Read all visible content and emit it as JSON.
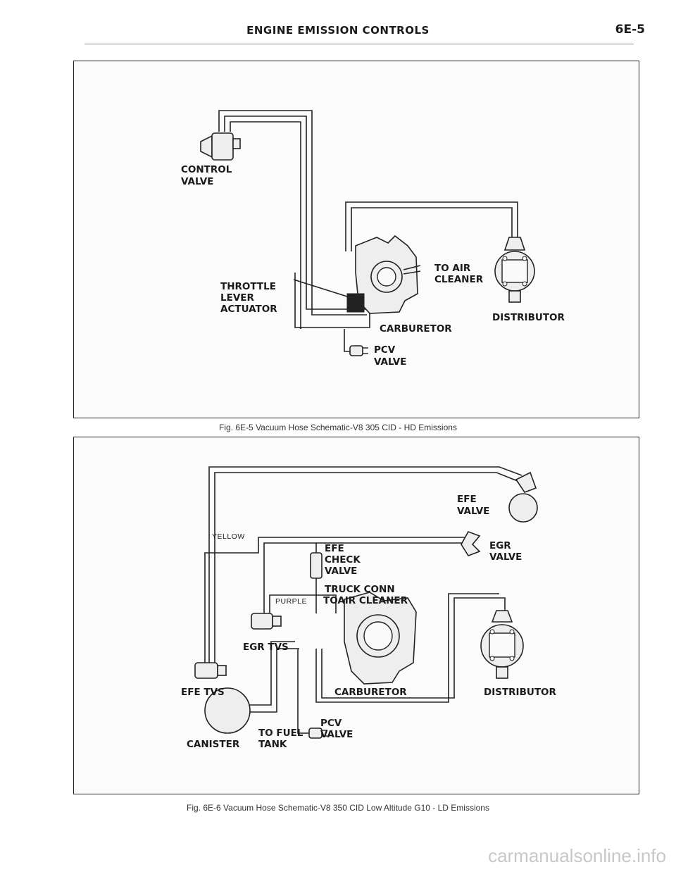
{
  "header": {
    "title": "ENGINE EMISSION CONTROLS",
    "page": "6E-5"
  },
  "figure1": {
    "caption": "Fig. 6E-5 Vacuum Hose Schematic-V8 305 CID - HD Emissions",
    "labels": {
      "control_valve_1": "CONTROL",
      "control_valve_2": "VALVE",
      "throttle_1": "THROTTLE",
      "throttle_2": "LEVER",
      "throttle_3": "ACTUATOR",
      "to_air_1": "TO AIR",
      "to_air_2": "CLEANER",
      "distributor": "DISTRIBUTOR",
      "carburetor": "CARBURETOR",
      "pcv_1": "PCV",
      "pcv_2": "VALVE"
    }
  },
  "figure2": {
    "caption": "Fig. 6E-6 Vacuum Hose Schematic-V8 350 CID Low Altitude G10 - LD Emissions",
    "labels": {
      "efe_valve_1": "EFE",
      "efe_valve_2": "VALVE",
      "yellow": "YELLOW",
      "efe_check_1": "EFE",
      "efe_check_2": "CHECK",
      "efe_check_3": "VALVE",
      "egr_valve_1": "EGR",
      "egr_valve_2": "VALVE",
      "truck_conn_1": "TRUCK CONN",
      "truck_conn_2": "TOAIR CLEANER",
      "purple": "PURPLE",
      "egr_tvs": "EGR TVS",
      "efe_tvs": "EFE TVS",
      "carburetor": "CARBURETOR",
      "distributor": "DISTRIBUTOR",
      "pcv_1": "PCV",
      "pcv_2": "VALVE",
      "to_fuel_1": "TO FUEL",
      "to_fuel_2": "TANK",
      "canister": "CANISTER"
    }
  },
  "watermark": "carmanualsonline.info"
}
